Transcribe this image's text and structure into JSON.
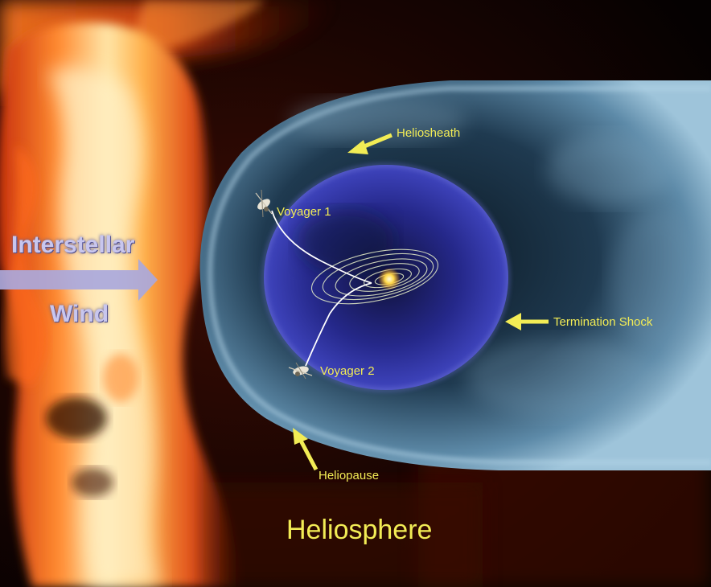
{
  "diagram": {
    "wind_label_line1": "Interstellar",
    "wind_label_line2": "Wind",
    "voyager1_label": "Voyager 1",
    "voyager2_label": "Voyager 2",
    "heliosheath_label": "Heliosheath",
    "termination_shock_label": "Termination Shock",
    "heliopause_label": "Heliopause",
    "title": "Heliosphere"
  },
  "colors": {
    "label_yellow": "#f2ec55",
    "wind_text": "#c8c6ee",
    "wind_arrow": "#aaa8dc",
    "termination_shock_blue": "#3437a8",
    "heliosheath_teal": "#5f8fae",
    "flame_orange": "#e8501a",
    "sun_yellow": "#ffd84a"
  }
}
